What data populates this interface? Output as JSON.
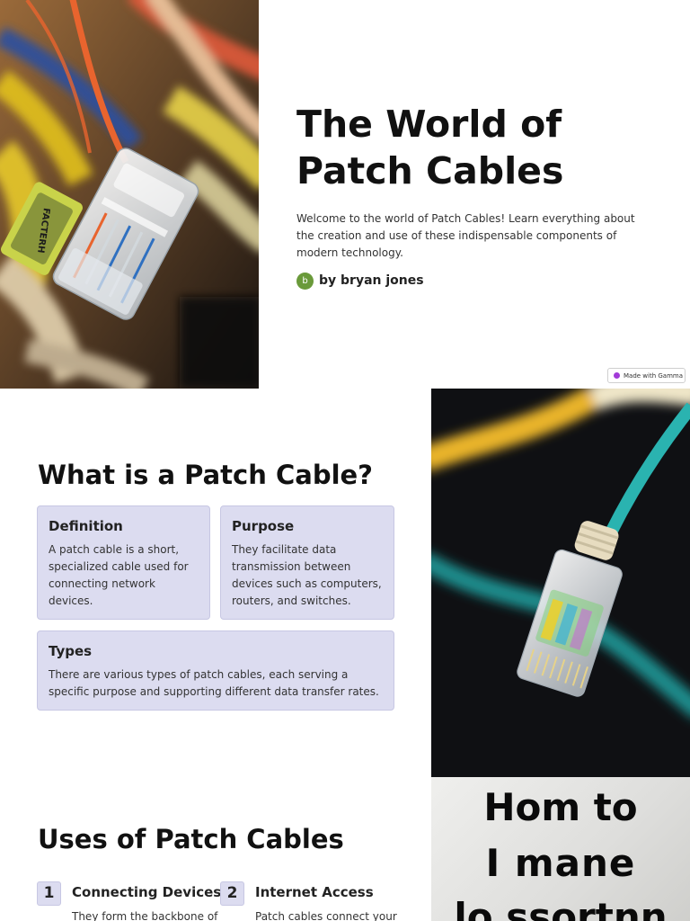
{
  "slide1": {
    "title": "The World of Patch Cables",
    "description": "Welcome to the world of Patch Cables! Learn everything about the creation and use of these indispensable components of modern technology.",
    "author": {
      "avatar_initial": "b",
      "name": "by bryan jones"
    },
    "badge": "Made with Gamma",
    "image_label": "FACTERH"
  },
  "slide2": {
    "title": "What is a Patch Cable?",
    "cards": [
      {
        "title": "Definition",
        "body": "A patch cable is a short, specialized cable used for connecting network devices."
      },
      {
        "title": "Purpose",
        "body": "They facilitate data transmission between devices such as computers, routers, and switches."
      },
      {
        "title": "Types",
        "body": "There are various types of patch cables, each serving a specific purpose and supporting different data transfer rates."
      }
    ]
  },
  "slide3": {
    "title": "Uses of Patch Cables",
    "items": [
      {
        "number": "1",
        "title": "Connecting Devices",
        "body": "They form the backbone of"
      },
      {
        "number": "2",
        "title": "Internet Access",
        "body": "Patch cables connect your"
      }
    ],
    "image_text": {
      "line1": "Hom to",
      "line2": "I  mane",
      "line3": "lo ssortnn"
    }
  },
  "colors": {
    "card_background": "#dcdcf0",
    "card_border": "#c7c7e3",
    "avatar": "#6a9a3a",
    "gamma_logo": "#a23bd8"
  }
}
